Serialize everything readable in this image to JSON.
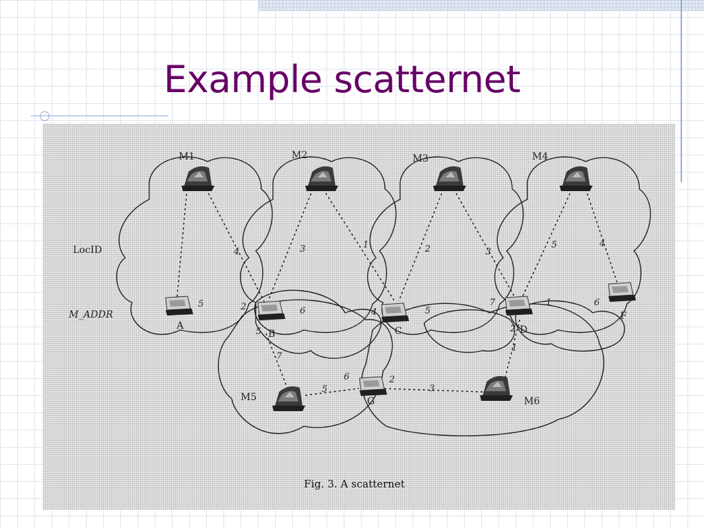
{
  "slide": {
    "title": "Example scatternet"
  },
  "figure": {
    "caption": "Fig. 3.  A scatternet",
    "side_labels": [
      "LocID",
      "M_ADDR"
    ],
    "masters": [
      {
        "id": "M1",
        "label": "M1"
      },
      {
        "id": "M2",
        "label": "M2"
      },
      {
        "id": "M3",
        "label": "M3"
      },
      {
        "id": "M4",
        "label": "M4"
      },
      {
        "id": "M5",
        "label": "M5"
      },
      {
        "id": "M6",
        "label": "M6"
      }
    ],
    "slaves": [
      {
        "id": "A",
        "label": "A"
      },
      {
        "id": "B",
        "label": "B"
      },
      {
        "id": "C",
        "label": "C"
      },
      {
        "id": "D",
        "label": "D"
      },
      {
        "id": "F",
        "label": "F"
      },
      {
        "id": "G",
        "label": "G"
      }
    ],
    "links": [
      {
        "from": "M1",
        "to": "A",
        "label": "5"
      },
      {
        "from": "M1",
        "to": "B",
        "label": "4"
      },
      {
        "from": "M2",
        "to": "B",
        "label": "3"
      },
      {
        "from": "M2",
        "to": "C",
        "label": "1"
      },
      {
        "from": "M3",
        "to": "C",
        "label": "2"
      },
      {
        "from": "M3",
        "to": "D",
        "label": "3"
      },
      {
        "from": "M4",
        "to": "D",
        "label": "5"
      },
      {
        "from": "M4",
        "to": "F",
        "label": "4"
      },
      {
        "from": "B",
        "to": "M5",
        "label": "7"
      },
      {
        "from": "M5",
        "to": "G",
        "label": "5"
      },
      {
        "from": "G",
        "to": "M6",
        "label": "3"
      },
      {
        "from": "D",
        "to": "M6",
        "label": "1"
      }
    ],
    "port_labels": [
      "2",
      "5",
      "6",
      "4",
      "5",
      "7",
      "2",
      "1",
      "6",
      "6",
      "2"
    ]
  }
}
